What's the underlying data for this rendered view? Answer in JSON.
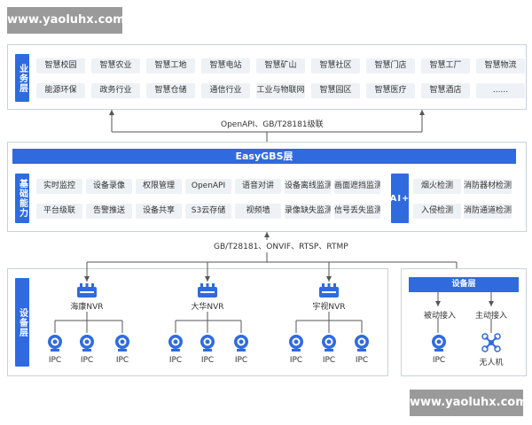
{
  "watermark": {
    "text_top": "www.yaoluhx.com",
    "text_bottom": "www.yaoluhx.com"
  },
  "business": {
    "label": "业务层",
    "row1": [
      "智慧校园",
      "智慧农业",
      "智慧工地",
      "智慧电站",
      "智慧矿山",
      "智慧社区",
      "智慧门店",
      "智慧工厂",
      "智慧物流"
    ],
    "row2": [
      "能源环保",
      "政务行业",
      "智慧仓储",
      "通信行业",
      "工业与物联网",
      "智慧园区",
      "智慧医疗",
      "智慧酒店",
      "......"
    ]
  },
  "link_top": "OpenAPI、GB/T28181级联",
  "platform": {
    "title": "EasyGBS层",
    "basic_label": "基础能力",
    "row1": [
      "实时监控",
      "设备录像",
      "权限管理",
      "OpenAPI",
      "语音对讲",
      "设备离线监测",
      "画面遮挡监测"
    ],
    "row2": [
      "平台级联",
      "告警推送",
      "设备共享",
      "S3云存储",
      "视频墙",
      "录像缺失监测",
      "信号丢失监测"
    ],
    "ai_label": "AI+",
    "ai_row1": [
      "烟火检测",
      "消防器材检测"
    ],
    "ai_row2": [
      "入侵检测",
      "消防通道检测"
    ]
  },
  "link_mid": "GB/T28181、ONVIF、RTSP、RTMP",
  "device": {
    "label": "设备层",
    "nvrs": [
      {
        "name": "海康NVR",
        "ipcs": [
          "IPC",
          "IPC",
          "IPC"
        ]
      },
      {
        "name": "大华NVR",
        "ipcs": [
          "IPC",
          "IPC",
          "IPC"
        ]
      },
      {
        "name": "宇视NVR",
        "ipcs": [
          "IPC",
          "IPC",
          "IPC"
        ]
      }
    ],
    "right": {
      "title": "设备层",
      "passive": "被动接入",
      "active": "主动接入",
      "ipc": "IPC",
      "drone": "无人机"
    }
  },
  "colors": {
    "accent": "#2f6bdf",
    "chip": "#eef1f5",
    "border": "#c9d1da",
    "line": "#555555"
  },
  "icons": [
    "nvr-icon",
    "camera-icon",
    "drone-icon"
  ]
}
